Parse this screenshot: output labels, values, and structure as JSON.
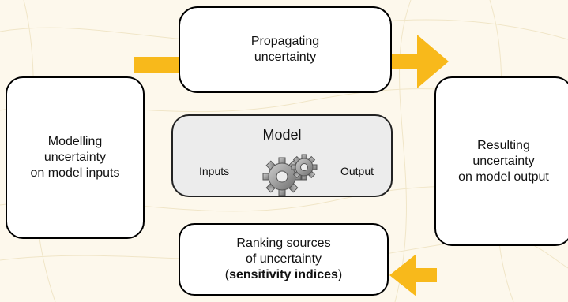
{
  "boxes": {
    "propagating": {
      "lines": [
        "Propagating",
        "uncertainty"
      ]
    },
    "modelling": {
      "lines": [
        "Modelling",
        "uncertainty",
        "on model inputs"
      ]
    },
    "resulting": {
      "lines": [
        "Resulting",
        "uncertainty",
        "on model output"
      ]
    },
    "ranking": {
      "lines": [
        "Ranking sources",
        "of uncertainty"
      ],
      "prefix": "(",
      "bold": "sensitivity indices",
      "suffix": ")"
    }
  },
  "model": {
    "title": "Model",
    "inputs_label": "Inputs",
    "output_label": "Output",
    "icon": "gears-icon"
  },
  "colors": {
    "arrow": "#f8b91b",
    "box_border": "#000000",
    "model_fill": "#ececec",
    "background": "#fdf8ec"
  }
}
